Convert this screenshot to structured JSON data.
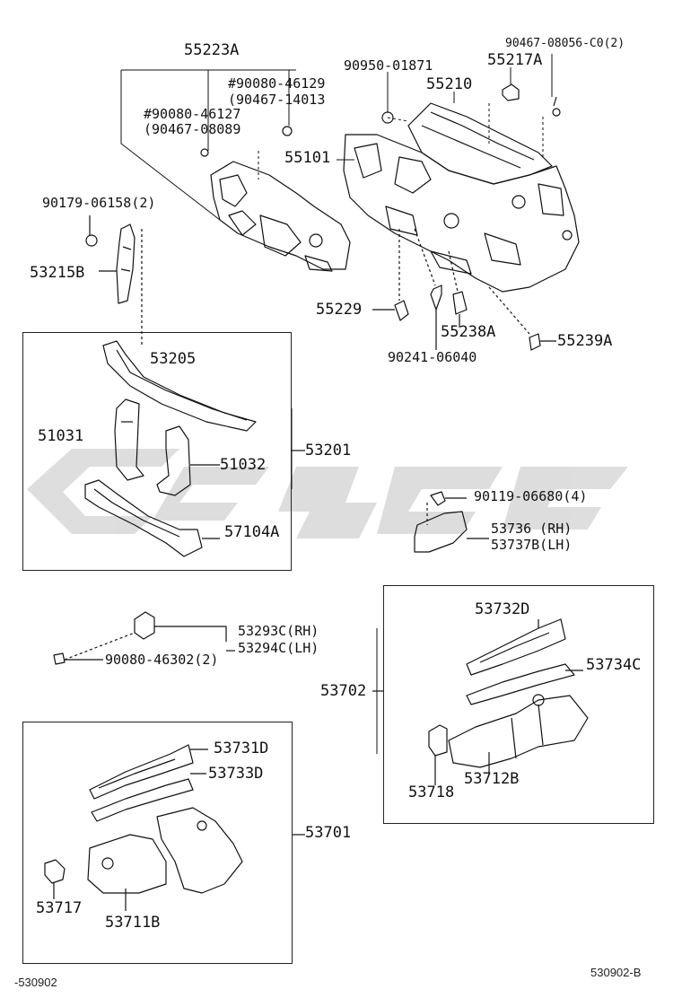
{
  "labels": {
    "p55223A": "55223A",
    "p90080_46129": "#90080-46129",
    "p90467_14013": "(90467-14013",
    "p90080_46127": "#90080-46127",
    "p90467_08089": "(90467-08089",
    "p90950_01871": "90950-01871",
    "p90467_08056": "90467-08056-C0(2)",
    "p55217A": "55217A",
    "p55210": "55210",
    "p55101": "55101",
    "p90179_06158": "90179-06158(2)",
    "p53215B": "53215B",
    "p55229": "55229",
    "p55238A": "55238A",
    "p55239A": "55239A",
    "p90241_06040": "90241-06040",
    "p53205": "53205",
    "p51031": "51031",
    "p51032": "51032",
    "p53201": "53201",
    "p57104A": "57104A",
    "p90119_06680": "90119-06680(4)",
    "p53736": "53736 (RH)",
    "p53737B": "53737B(LH)",
    "p53293C": "53293C(RH)",
    "p53294C": "53294C(LH)",
    "p90080_46302": "90080-46302(2)",
    "p53732D": "53732D",
    "p53734C": "53734C",
    "p53702": "53702",
    "p53718": "53718",
    "p53712B": "53712B",
    "p53731D": "53731D",
    "p53733D": "53733D",
    "p53701": "53701",
    "p53717": "53717",
    "p53711B": "53711B"
  },
  "footer": {
    "left_ref": "-530902",
    "right_ref": "530902-B"
  }
}
